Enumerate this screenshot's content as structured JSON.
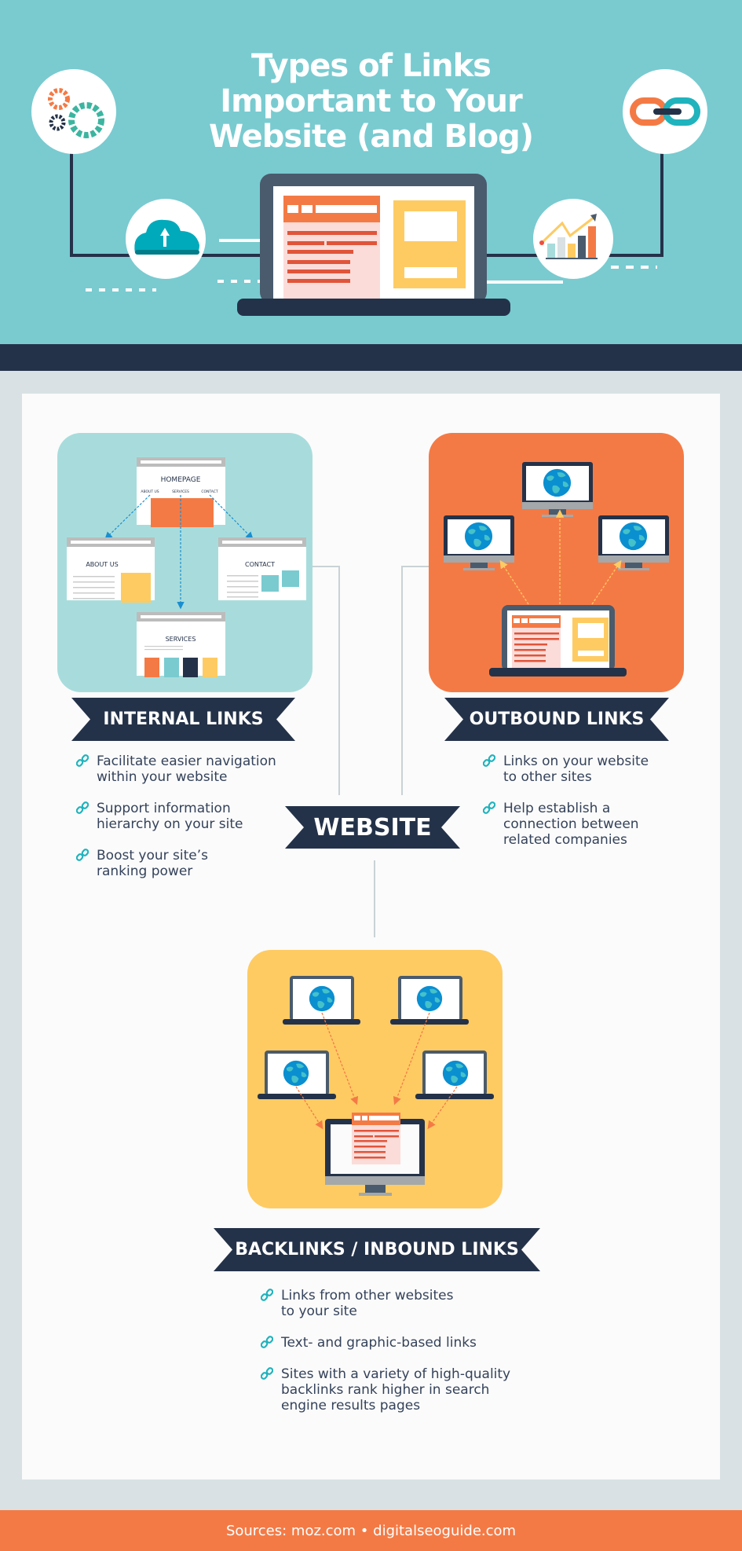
{
  "title": {
    "line1": "Types of Links",
    "line2": "Important to Your",
    "line3": "Website (and Blog)"
  },
  "colors": {
    "teal": "#79cbd0",
    "navy": "#243249",
    "orange": "#f47a45",
    "yellow": "#fecb63",
    "mint": "#a8dcdc",
    "link_icon": "#1fb3bd"
  },
  "internal": {
    "label": "INTERNAL LINKS",
    "diagram": {
      "homepage": "HOMEPAGE",
      "nav_about": "ABOUT US",
      "nav_services": "SERVICES",
      "nav_contact": "CONTACT",
      "about": "ABOUT US",
      "contact": "CONTACT",
      "services": "SERVICES"
    },
    "bullets": [
      "Facilitate easier navigation\nwithin your website",
      "Support information\nhierarchy on your site",
      "Boost your site’s\nranking power"
    ]
  },
  "outbound": {
    "label": "OUTBOUND LINKS",
    "bullets": [
      "Links on your website\nto other sites",
      "Help establish a\nconnection between\nrelated companies"
    ]
  },
  "website": {
    "label": "WEBSITE"
  },
  "backlinks": {
    "label": "BACKLINKS / INBOUND LINKS",
    "bullets": [
      "Links from other websites\nto your site",
      "Text- and graphic-based links",
      "Sites with a variety of high-quality\nbacklinks rank higher in search\nengine results pages"
    ]
  },
  "footer": {
    "text": "Sources:  moz.com • digitalseoguide.com"
  }
}
